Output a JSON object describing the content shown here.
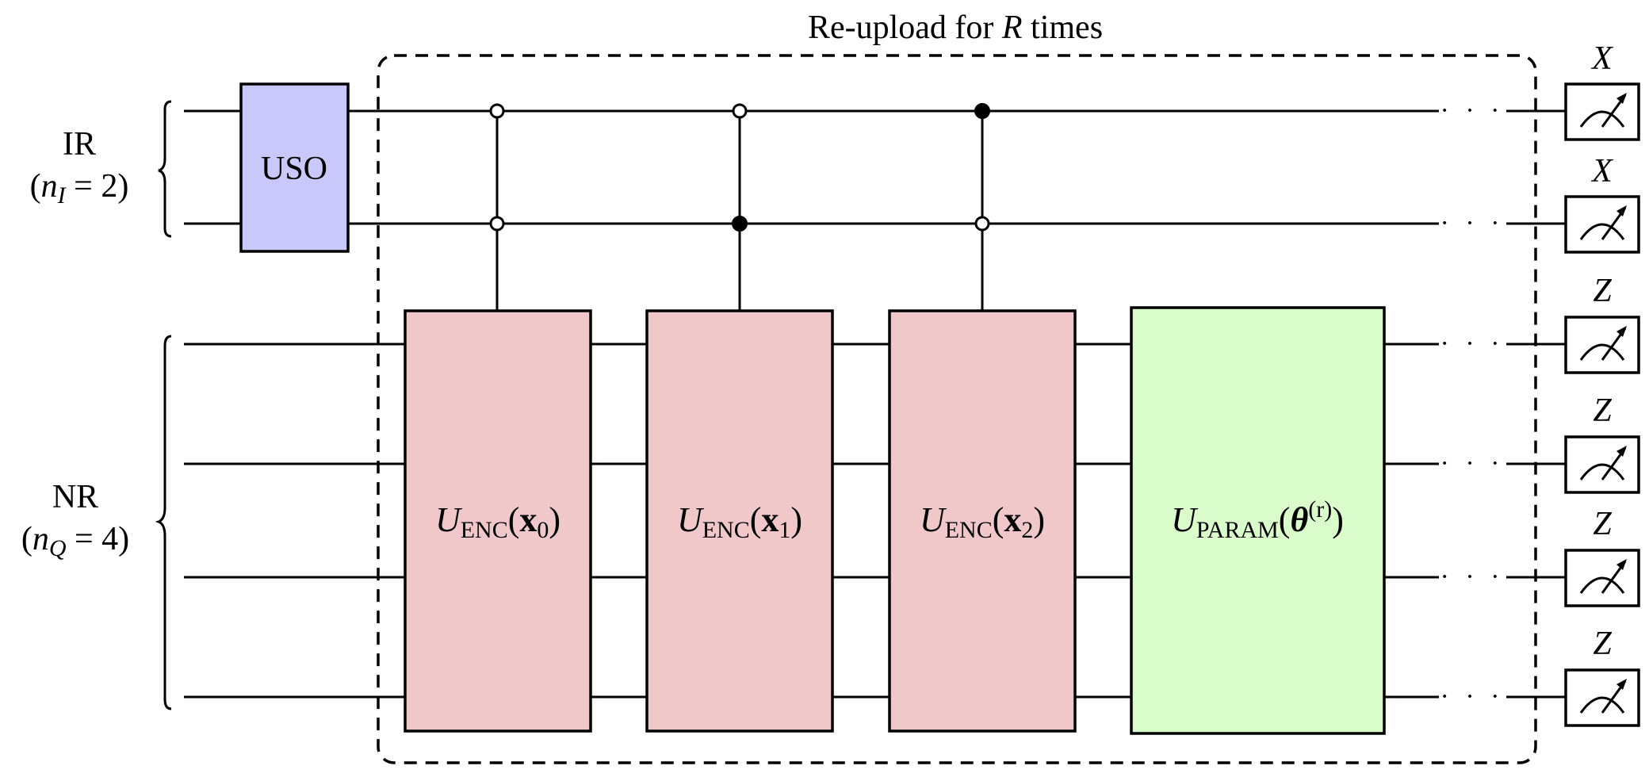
{
  "title": {
    "prefix": "Re-upload for ",
    "var": "R",
    "suffix": " times"
  },
  "registers": {
    "ir": {
      "name": "IR",
      "open": "(",
      "var": "n",
      "sub": "I",
      "eq": " = 2)"
    },
    "nr": {
      "name": "NR",
      "open": "(",
      "var": "n",
      "sub": "Q",
      "eq": " = 4)"
    }
  },
  "gates": {
    "uso": "USO",
    "enc": [
      {
        "U": "U",
        "sub": "ENC",
        "open": "(",
        "x": "x",
        "idx": "0",
        "close": ")"
      },
      {
        "U": "U",
        "sub": "ENC",
        "open": "(",
        "x": "x",
        "idx": "1",
        "close": ")"
      },
      {
        "U": "U",
        "sub": "ENC",
        "open": "(",
        "x": "x",
        "idx": "2",
        "close": ")"
      }
    ],
    "param": {
      "U": "U",
      "sub": "PARAM",
      "open": "(",
      "theta": "θ",
      "sup": "(r)",
      "close": ")"
    }
  },
  "controls": [
    {
      "ir0": "open",
      "ir1": "open"
    },
    {
      "ir0": "open",
      "ir1": "filled"
    },
    {
      "ir0": "filled",
      "ir1": "open"
    }
  ],
  "ellipsis": "· · ·",
  "measurements": [
    {
      "basis": "X"
    },
    {
      "basis": "X"
    },
    {
      "basis": "Z"
    },
    {
      "basis": "Z"
    },
    {
      "basis": "Z"
    },
    {
      "basis": "Z"
    }
  ],
  "colors": {
    "uso_fill": "#c8c8fa",
    "enc_fill": "#f0c8ca",
    "param_fill": "#dafcca",
    "line": "#000000"
  }
}
